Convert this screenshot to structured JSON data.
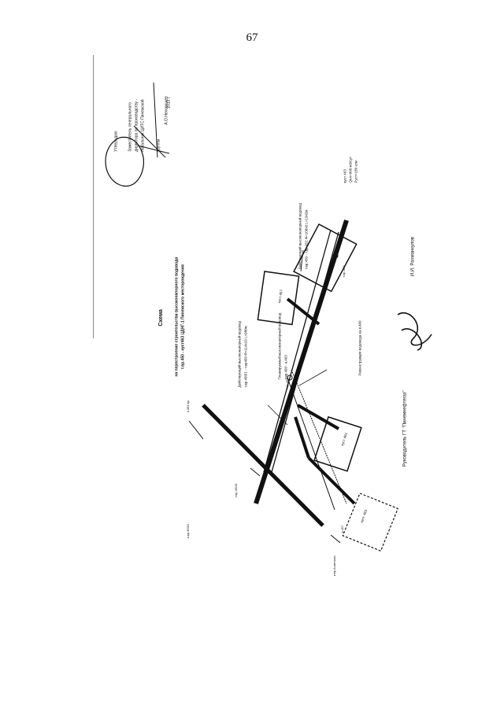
{
  "page": {
    "number": "67"
  },
  "approval": {
    "line1": "Утверждаю",
    "line2": "Заместитель генерального",
    "line3": "директора по производству -",
    "line4": "начальник ЦИТС Пинежской",
    "line5": "группы",
    "name": "А.О.Нехорошев",
    "year": "2013 г."
  },
  "title": {
    "line1": "Схема",
    "line2": "на перестроение строительства высоконапорного водовода",
    "line3": "т.вр.450 - куст463 ЦДНГ-1 Пинежского месторождения"
  },
  "labels": {
    "existing_conduit_right": {
      "line1": "Действующий высоконапорный водовод",
      "line2": "т.вр.450 - т.вр.452 Ф=108х8 L=1342м"
    },
    "existing_conduit_left": {
      "line1": "Действующий высоконапорный водовод",
      "line2": "т.вр.450/1 - т.вр450 Ф=114х10 L=980м"
    },
    "planned_conduit": {
      "line1": "Планируемый высоконапорный водовод",
      "line2": "т.вр.450 - к.463"
    },
    "reconstructed_conduit": "Реконструкция водовода на к.460",
    "cluster_info": {
      "line1": "куст 463",
      "line2": "Qпл=900 м3/сут",
      "line3": "Руст=180 атм"
    },
    "pad_lower_right": "куст 460",
    "pad_upper": "куст 457",
    "pad_middle": "куст 461",
    "pad_dashed": "куст 463",
    "node_upper": "т.вр.452",
    "node_lower": "т.вр.450",
    "node_left": "т.вр.450/1",
    "small_label_1": "к.463 вр.",
    "small_label_2": "к.вр.450/1",
    "small_label_3": "к.457",
    "small_label_4": "к.вр.Ачинская"
  },
  "signatures": {
    "left_title": "Руководитель ГТ \"Пинежнефтегаз\"",
    "right_name": "И.И. Рахманкулов"
  },
  "colors": {
    "ink": "#111111",
    "paper": "#ffffff",
    "scan_edge": "#8a8a8a"
  }
}
